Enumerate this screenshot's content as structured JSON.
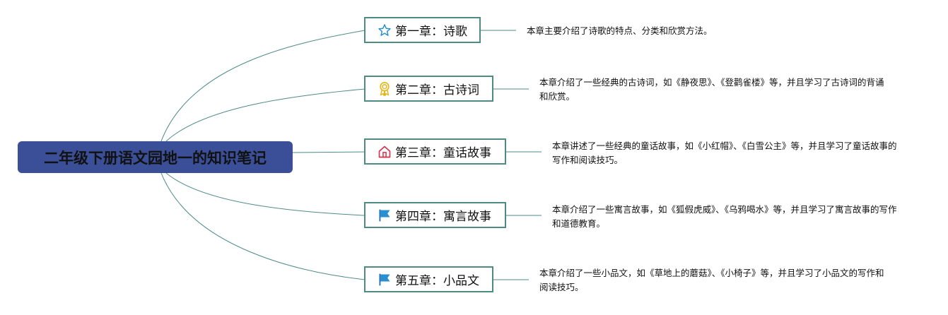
{
  "root": {
    "title": "二年级下册语文园地一的知识笔记"
  },
  "colors": {
    "root_bg": "#3a4f98",
    "border": "#4e8b85",
    "link": "#4e8b85"
  },
  "chapters": [
    {
      "label": "第一章：诗歌",
      "icon": "star-icon",
      "description": "本章主要介绍了诗歌的特点、分类和欣赏方法。"
    },
    {
      "label": "第二章：古诗词",
      "icon": "award-ribbon-icon",
      "description": "本章介绍了一些经典的古诗词，如《静夜思》、《登鹳雀楼》等，并且学习了古诗词的背诵和欣赏。"
    },
    {
      "label": "第三章：童话故事",
      "icon": "home-icon",
      "description": "本章讲述了一些经典的童话故事，如《小红帽》、《白雪公主》等，并且学习了童话故事的写作和阅读技巧。"
    },
    {
      "label": "第四章：寓言故事",
      "icon": "flag-icon",
      "description": "本章介绍了一些寓言故事，如《狐假虎威》、《乌鸦喝水》等，并且学习了寓言故事的写作和道德教育。"
    },
    {
      "label": "第五章：小品文",
      "icon": "flag-icon",
      "description": "本章介绍了一些小品文，如《草地上的蘑菇》、《小椅子》等，并且学习了小品文的写作和阅读技巧。"
    }
  ]
}
